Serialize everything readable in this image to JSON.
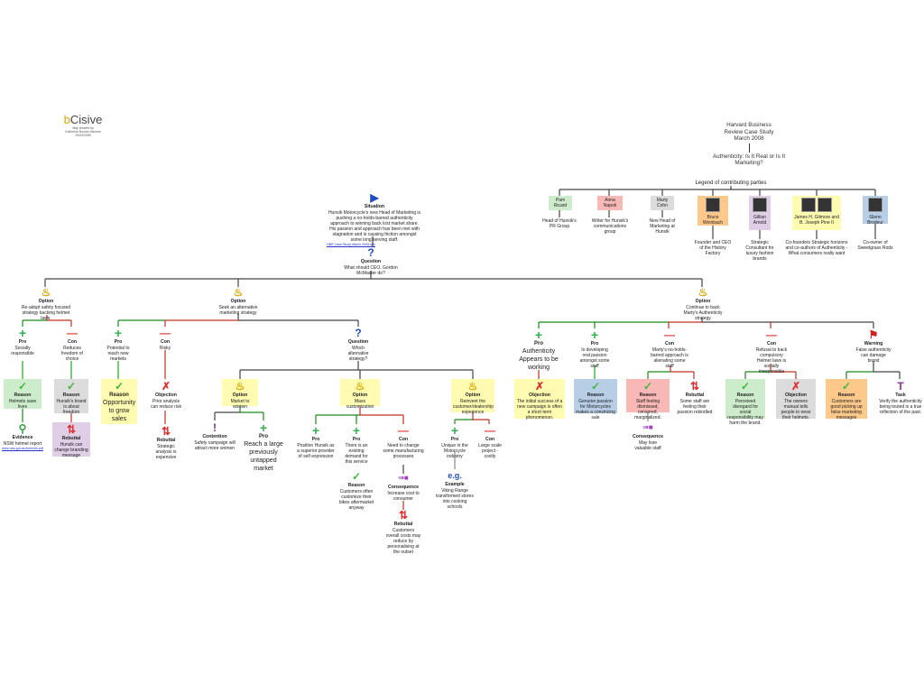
{
  "logo": {
    "brand_prefix": "b",
    "brand_rest": "Cisive",
    "line1": "Map created by",
    "line2": "Katherine Bourne-Hannan",
    "line3": "20/03/2008"
  },
  "header": {
    "line1": "Harvard Business",
    "line2": "Review Case Study",
    "line3": "March 2008",
    "subject_line1": "Authenticity: Is It Real or Is It",
    "subject_line2": "Marketing?"
  },
  "legend": {
    "title": "Legend of contributing parties",
    "parties": [
      {
        "name": "Pam Ricard",
        "role": "Head of Hunsik's PR Group",
        "color": "#cdeccb"
      },
      {
        "name": "Anna Napoli",
        "role": "Writer for Hunsik's communications group",
        "color": "#f8b8b6"
      },
      {
        "name": "Marty Cohn",
        "role": "New Head of Marketing at Hunsik",
        "color": "#dcdcdc"
      },
      {
        "name": "Bruce Weinbach",
        "role": "Founder and CEO of the History Factory",
        "color": "#fdc98a"
      },
      {
        "name": "Gillian Arnold",
        "role": "Strategic Consultant for luxury fashion brands",
        "color": "#e0cde6"
      },
      {
        "name": "James H. Gilmore and B. Joseph Pine II",
        "role": "Co-founders Strategic horizons and co-authors of Authenticity - What consumers really want",
        "color": "#fffbb0"
      },
      {
        "name": "Glenn Brodeur",
        "role": "Co-owner of Sweetgrass Rods",
        "color": "#b7cee6"
      }
    ]
  },
  "map": {
    "situation": {
      "type": "Situation",
      "text": "Hunsik Motorcycle's new Head of Marketing is pushing a no-holds-barred authenticity approach to winning back lost market share. His passion and approach has been met with stagnation and is causing friction amongst some long serving staff.",
      "link": "HBR Case Study March 2008.doc"
    },
    "question": {
      "type": "Question",
      "text": "What should CEO, Gordon McMaster do?"
    },
    "nodes": {
      "opt1": {
        "type": "Option",
        "text": "Re-adopt safety focused strategy backing helmet laws."
      },
      "opt1_pro": {
        "type": "Pro",
        "text": "Socially responsible"
      },
      "opt1_con": {
        "type": "Con",
        "text": "Reduces freedom of choice"
      },
      "opt1_pro_reason": {
        "type": "Reason",
        "text": "Helmets save lives"
      },
      "opt1_evidence": {
        "type": "Evidence",
        "text": "NSW helmet report",
        "link": "www.nsw.gov.au/helmets.pdf"
      },
      "opt1_con_reason": {
        "type": "Reason",
        "text": "Hunsik's brand is about freedom"
      },
      "opt1_rebuttal": {
        "type": "Rebuttal",
        "text": "Hunsik can change branding message"
      },
      "opt2": {
        "type": "Option",
        "text": "Seek an alternative marketing strategy"
      },
      "opt2_pro": {
        "type": "Pro",
        "text": "Potential to reach new markets"
      },
      "opt2_pro_reason": {
        "type": "Reason",
        "text": "Opportunity to grow sales"
      },
      "opt2_con": {
        "type": "Con",
        "text": "Risky"
      },
      "opt2_objection": {
        "type": "Objection",
        "text": "Prior analysis can reduce risk"
      },
      "opt2_rebuttal": {
        "type": "Rebuttal",
        "text": "Strategic analysis is expensive"
      },
      "opt2_question": {
        "type": "Question",
        "text": "Which alternative strategy?"
      },
      "opt2a": {
        "type": "Option",
        "text": "Market to women"
      },
      "opt2a_contention": {
        "type": "Contention",
        "text": "Safety campaign will attract more women"
      },
      "opt2a_pro": {
        "type": "Pro",
        "text": "Reach a large previously untapped market"
      },
      "opt2b": {
        "type": "Option",
        "text": "Mass customization"
      },
      "opt2b_pro1": {
        "type": "Pro",
        "text": "Position Hunsik as a superior provider of self expression"
      },
      "opt2b_pro2": {
        "type": "Pro",
        "text": "There is an existing demand for this service"
      },
      "opt2b_reason": {
        "type": "Reason",
        "text": "Customers often customize their bikes aftermarket anyway"
      },
      "opt2b_con": {
        "type": "Con",
        "text": "Need to change some manufacturing processes"
      },
      "opt2b_consequence": {
        "type": "Consequence",
        "text": "Increase cost to consumer"
      },
      "opt2b_rebuttal": {
        "type": "Rebuttal",
        "text": "Customers overall costs may reduce by personalising at the outset"
      },
      "opt2c": {
        "type": "Option",
        "text": "Reinvent the customer/dealership experience"
      },
      "opt2c_pro": {
        "type": "Pro",
        "text": "Unique in the Motorcycle industry"
      },
      "opt2c_example": {
        "type": "Example",
        "text": "Viking Range transformed stores into cooking schools"
      },
      "opt2c_con": {
        "type": "Con",
        "text": "Large scale project - costly"
      },
      "opt3": {
        "type": "Option",
        "text": "Continue to back Marty's Authenticity strategy"
      },
      "opt3_pro1": {
        "type": "Pro",
        "text": "Authenticity Appears to be working"
      },
      "opt3_objection": {
        "type": "Objection",
        "text": "The initial success of a new campaign is often a short term phenomenon."
      },
      "opt3_pro2": {
        "type": "Pro",
        "text": "Is developing real passion amongst some staff"
      },
      "opt3_reason1": {
        "type": "Reason",
        "text": "Genuine passion for Motorcycles makes a convincing sale"
      },
      "opt3_con1": {
        "type": "Con",
        "text": "Marty's no-holds-barred approach is alienating some staff"
      },
      "opt3_reason2": {
        "type": "Reason",
        "text": "Staff feeling dismissed, censored, marginalized."
      },
      "opt3_consequence": {
        "type": "Consequence",
        "text": "May lose valuable staff"
      },
      "opt3_rebuttal": {
        "type": "Rebuttal",
        "text": "Some staff are feeling their passion rekindled"
      },
      "opt3_con2": {
        "type": "Con",
        "text": "Refusal to back compulsory Helmet laws is socially irresponsible"
      },
      "opt3_reason3": {
        "type": "Reason",
        "text": "Perceived disregard for social responsibility may harm the brand."
      },
      "opt3_objection2": {
        "type": "Objection",
        "text": "The owners manual tells people to wear their helmets."
      },
      "opt3_warning": {
        "type": "Warning",
        "text": "False authenticity can damage brand"
      },
      "opt3_reason4": {
        "type": "Reason",
        "text": "Customers are good picking up false marketing messages"
      },
      "opt3_task": {
        "type": "Task",
        "text": "Verify the authenticity being touted is a true reflection of the past."
      }
    }
  },
  "colors": {
    "pro_line": "#1a8a1a",
    "con_line": "#c03020",
    "neutral_line": "#444444"
  }
}
